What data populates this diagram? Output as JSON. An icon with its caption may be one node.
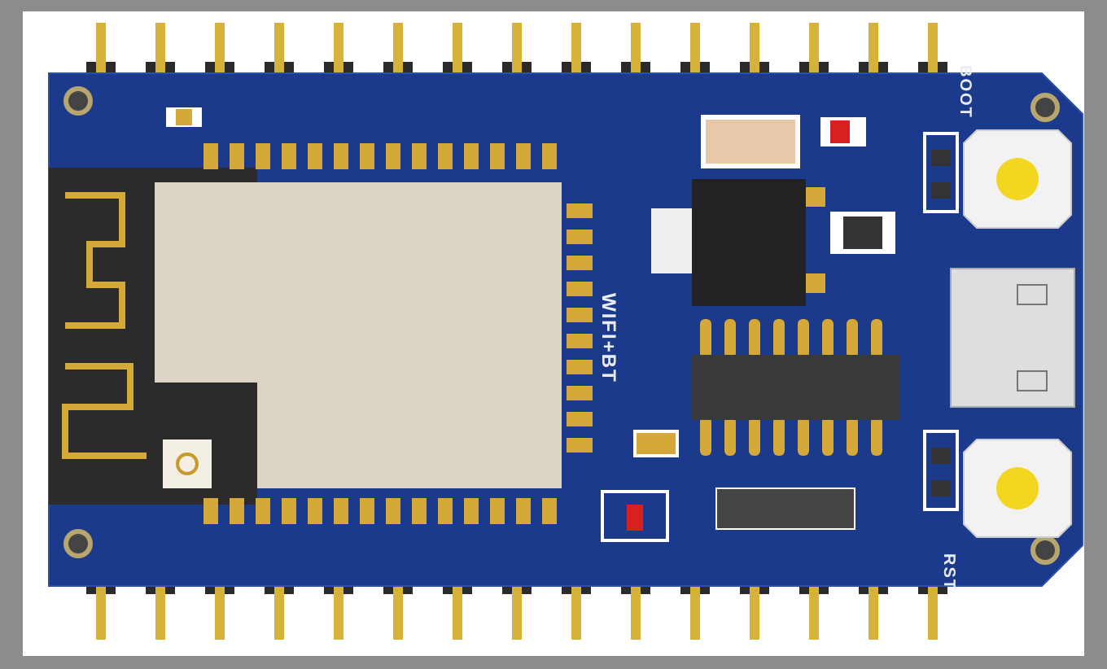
{
  "diagram": {
    "labels": [
      "BOOT",
      "WIFI+BT",
      "RST"
    ]
  }
}
